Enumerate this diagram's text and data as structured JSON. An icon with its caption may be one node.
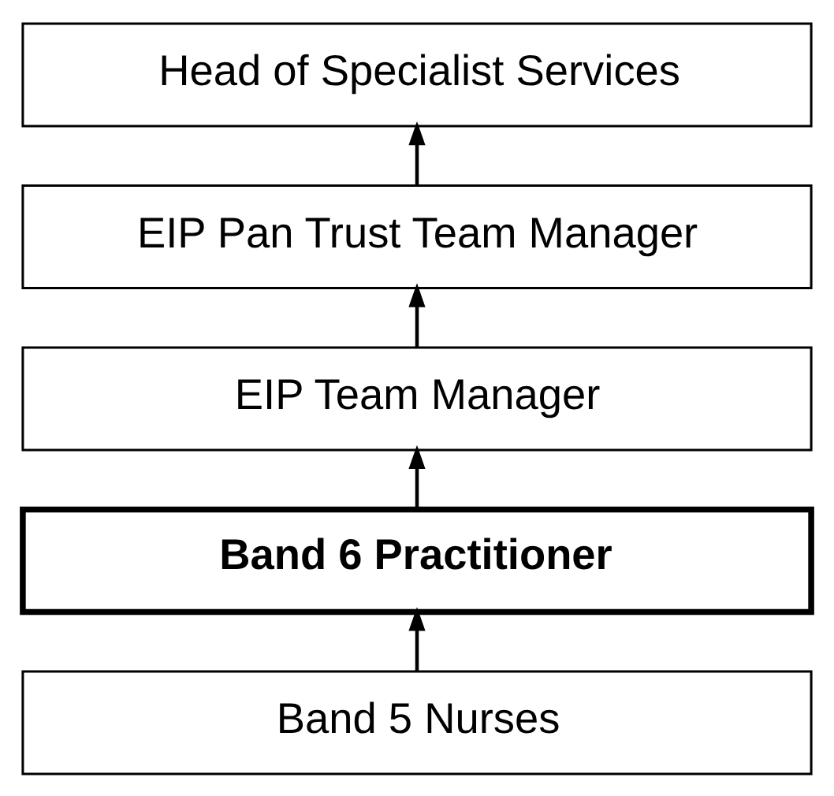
{
  "diagram": {
    "nodes": [
      {
        "text": [
          "Head of Specialist Services"
        ]
      },
      {
        "text": [
          "EIP Pan Trust Team Manager"
        ]
      },
      {
        "text": [
          "EIP Team Manager"
        ]
      },
      {
        "text": [
          "Band 6 Practitioner"
        ]
      },
      {
        "text": [
          "Band 5 Nurses"
        ]
      }
    ],
    "edges": [
      {
        "from": 4,
        "to": 3,
        "arrow": "to"
      },
      {
        "from": 3,
        "to": 2,
        "arrow": "to"
      },
      {
        "from": 2,
        "to": 1,
        "arrow": "to"
      },
      {
        "from": 1,
        "to": 0,
        "arrow": "to"
      }
    ]
  }
}
